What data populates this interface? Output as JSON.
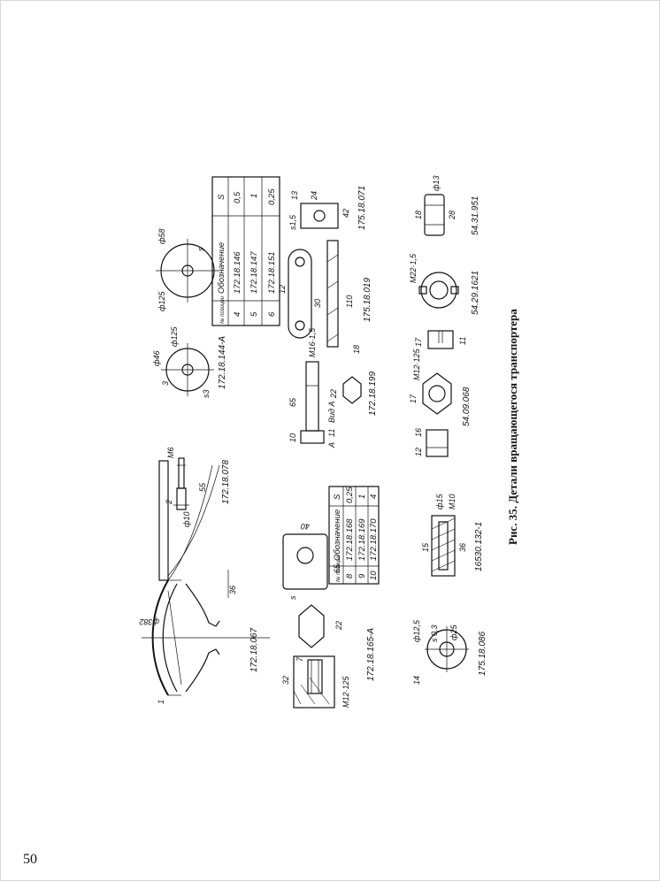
{
  "page": {
    "number": "50"
  },
  "figure": {
    "caption": "Рис. 35. Детали вращающегося транспортера",
    "parts": {
      "p_172_18_067": "172.18.067",
      "p_172_18_165a": "172.18.165-А",
      "p_175_18_086": "175.18.086",
      "p_172_18_078": "172.18.078",
      "p_16530_132": "16530.132-1",
      "p_172_18_144a": "172.18.144-А",
      "p_172_18_199": "172.18.199",
      "p_54_09_068": "54.09.068",
      "p_175_18_019": "175.18.019",
      "p_54_29_1621": "54.29.1621",
      "p_175_18_071": "175.18.071",
      "p_54_31_951": "54.31.951"
    },
    "dims": {
      "d382": "ф382",
      "d36": "36",
      "d1": "1",
      "d7": "7",
      "d32": "32",
      "d22": "22",
      "m12": "М12·125",
      "d14": "14",
      "d125s": "ф12,5",
      "s03": "s 0,3",
      "d25": "ф25",
      "s_left": "s",
      "d65": "65",
      "d40": "40",
      "d2": "2",
      "d55": "55",
      "m6": "М6",
      "d10": "ф10",
      "d15": "15",
      "d36b": "36",
      "d15b": "ф15",
      "m10": "М10",
      "d46": "ф46",
      "d125": "ф125",
      "d3": "3",
      "s3": "s3",
      "d10b": "10",
      "d65b": "65",
      "m16": "М16·1,5",
      "vid": "Вид А",
      "dA": "А",
      "d11": "11",
      "d22b": "22",
      "d12": "12",
      "d16": "16",
      "d17": "17",
      "m12b": "М12·125",
      "d58": "ф58",
      "d125b": "ф125",
      "s_r": "s",
      "d12b": "12",
      "d30": "30",
      "d110": "110",
      "d18": "18",
      "d17b": "17",
      "m22": "М22·1,5",
      "d11b": "11",
      "d13": "13",
      "s15": "s1,5",
      "d24": "24",
      "d42": "42",
      "d18b": "18",
      "d28": "28",
      "d13b": "ф13"
    },
    "table_top": {
      "headers": [
        "№ позиции",
        "Обозначение",
        "S"
      ],
      "rows": [
        [
          "4",
          "172.18.146",
          "0,5"
        ],
        [
          "5",
          "172.18.147",
          "1"
        ],
        [
          "6",
          "172.18.151",
          "0,25"
        ]
      ]
    },
    "table_mid": {
      "headers": [
        "№ позиции",
        "Обозначение",
        "S"
      ],
      "rows": [
        [
          "8",
          "172.18.168",
          "0,25"
        ],
        [
          "9",
          "172.18.169",
          "1"
        ],
        [
          "10",
          "172.18.170",
          "4"
        ]
      ]
    }
  }
}
